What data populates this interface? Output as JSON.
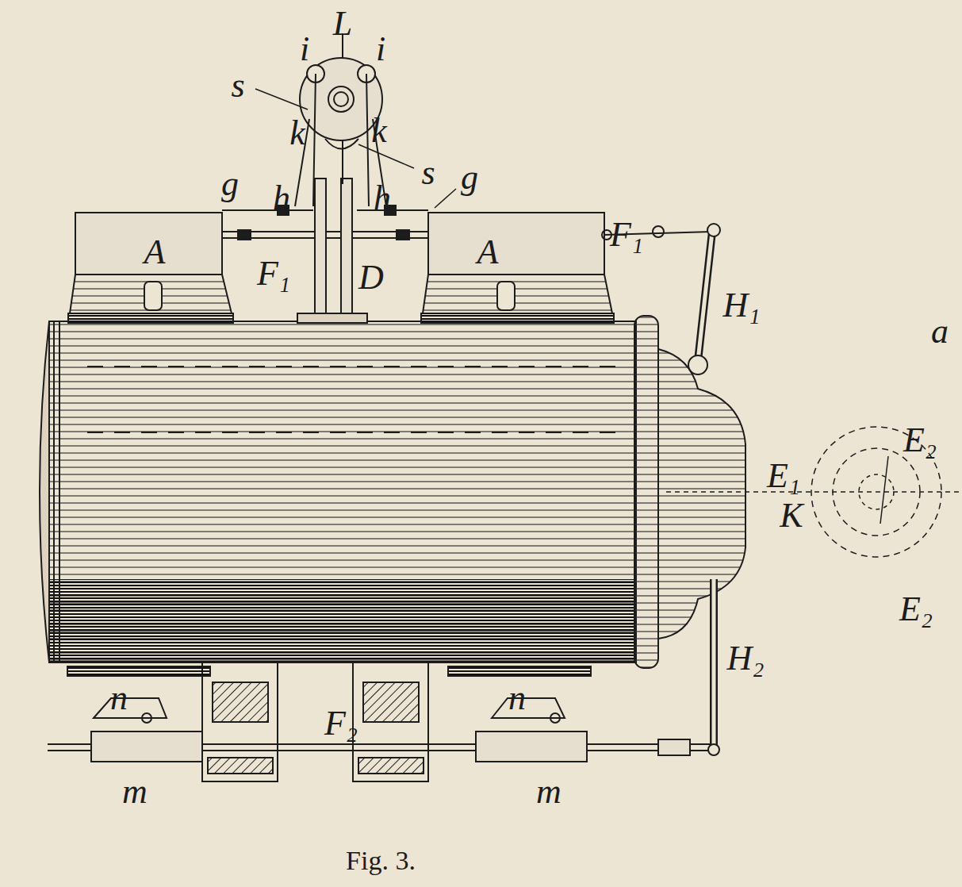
{
  "diagram": {
    "caption": "Fig. 3.",
    "labels": [
      "L",
      "i",
      "i",
      "s",
      "k",
      "k",
      "s",
      "g",
      "h",
      "h",
      "g",
      "A",
      "F₁",
      "D",
      "A",
      "F₁",
      "H₁",
      "a",
      "E₁",
      "E₂",
      "K",
      "E₂",
      "H₂",
      "n",
      "n",
      "F₂",
      "m",
      "m"
    ]
  }
}
